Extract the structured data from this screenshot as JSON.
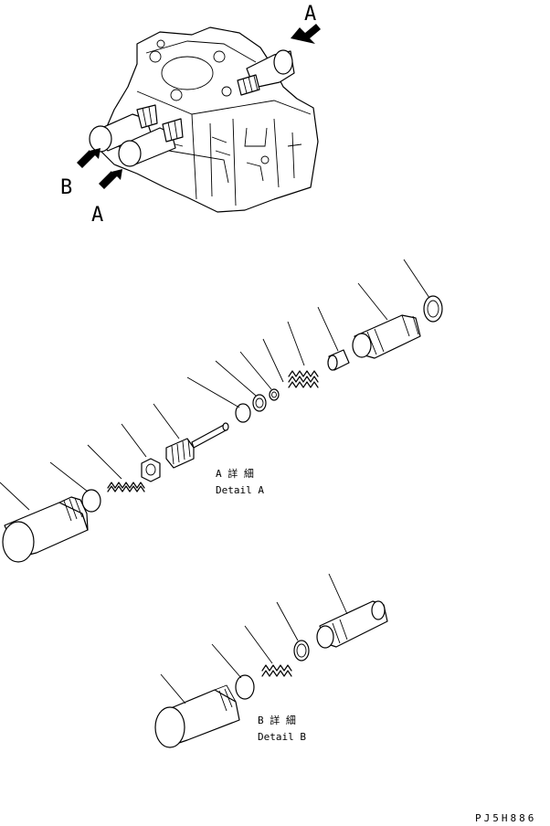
{
  "callouts": {
    "view_a_top": "A",
    "view_a_bottom": "A",
    "view_b": "B"
  },
  "detail_a": {
    "label_jp": "A 詳 細",
    "label_en": "Detail A"
  },
  "detail_b": {
    "label_jp": "B 詳 細",
    "label_en": "Detail B"
  },
  "figure_code": "PJ5H886"
}
